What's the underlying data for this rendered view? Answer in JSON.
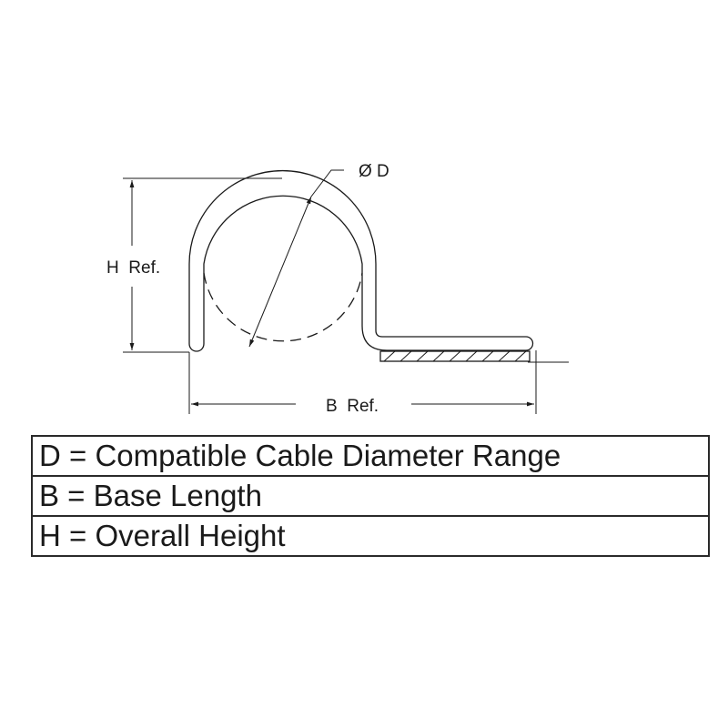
{
  "drawing": {
    "title": "Cable clamp dimension diagram",
    "labels": {
      "diameter": "Ø D",
      "height": "H  Ref.",
      "base": "B  Ref."
    },
    "line_color": "#1a1a1a"
  },
  "legend": {
    "rows": [
      {
        "symbol": "D",
        "text": "D = Compatible Cable Diameter Range"
      },
      {
        "symbol": "B",
        "text": "B = Base Length"
      },
      {
        "symbol": "H",
        "text": "H = Overall Height"
      }
    ]
  }
}
